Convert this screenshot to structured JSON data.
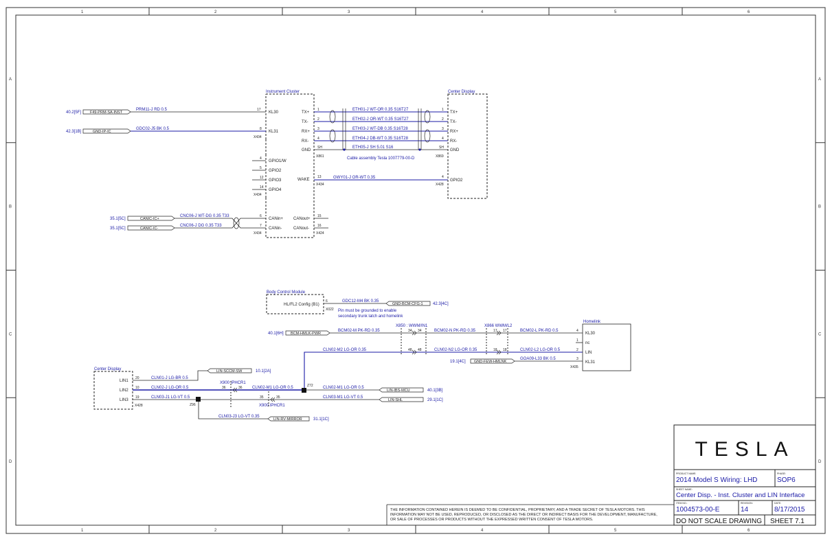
{
  "border": {
    "cols": [
      "1",
      "2",
      "3",
      "4",
      "5",
      "6"
    ],
    "rows": [
      "A",
      "B",
      "C",
      "D"
    ]
  },
  "ic": {
    "title": "Instrument Cluster",
    "left_pins": [
      {
        "ref": "40.2[5F]",
        "conn": "F49-PRM-SA-INST",
        "wire": "PRM11-J RD 0.5",
        "pin": "17",
        "name": "KL30"
      },
      {
        "ref": "42.3[1B]",
        "conn": "GND-IP-IC",
        "wire": "GDC02-J5 BK 0.5",
        "pin": "8",
        "name": "KL31"
      }
    ],
    "x434": "X434",
    "gpio": [
      {
        "pin": "4",
        "name": "GPIO1/W"
      },
      {
        "pin": "5",
        "name": "GPIO2"
      },
      {
        "pin": "12",
        "name": "GPIO3"
      },
      {
        "pin": "14",
        "name": "GPIO4"
      }
    ],
    "eth": [
      {
        "name": "TX+",
        "pin": "1"
      },
      {
        "name": "TX-",
        "pin": "2"
      },
      {
        "name": "RX+",
        "pin": "3"
      },
      {
        "name": "RX-",
        "pin": "4"
      },
      {
        "name": "GND",
        "pin": "SH"
      }
    ],
    "x861": "X861",
    "wake": {
      "name": "WAKE",
      "pin": "13",
      "conn": "X434"
    },
    "can_in": [
      {
        "ref": "35.1[5C]",
        "conn": "CANIC-IC+",
        "wire": "CNC06-J WT-DG 0.35 T33",
        "pin": "6",
        "name": "CANin+"
      },
      {
        "ref": "35.1[5C]",
        "conn": "CANIC-IC-",
        "wire": "CNC06-J DG 0.35 T33",
        "pin": "7",
        "name": "CANin-"
      }
    ],
    "can_out": [
      {
        "name": "CANout+",
        "pin": "15"
      },
      {
        "name": "CANout-",
        "pin": "16"
      }
    ]
  },
  "eth_wires": [
    "ETH01-J WT-OR 0.35 S16T27",
    "ETH02-J OR-WT 0.35 S16T27",
    "ETH03-J WT-DB 0.35 S16T28",
    "ETH04-J DB-WT 0.35 S16T28",
    "ETH05-J SH 5.01 S16"
  ],
  "cable_note": "Cable assembly Tesla 1007779-00-D",
  "wake_wire": "GWY01-J OR-WT 0.35",
  "cd_top": {
    "title": "Center Display",
    "pins": [
      {
        "pin": "1",
        "name": "TX+"
      },
      {
        "pin": "2",
        "name": "TX-"
      },
      {
        "pin": "3",
        "name": "RX+"
      },
      {
        "pin": "4",
        "name": "RX-"
      },
      {
        "pin": "SH",
        "name": "GND"
      }
    ],
    "x869": "X869",
    "gpio": {
      "pin": "4",
      "name": "GPIO2",
      "conn": "X428"
    }
  },
  "bcm": {
    "title": "Body Control Module",
    "config": "HL/FL2 Config (B1)",
    "pin": "6",
    "wire": "GDC12-M4 BK 0.35",
    "conn": "GND-BCM-CFG-1",
    "ref": "42.3[4C]",
    "x": "X022",
    "note1": "Pin must be grounded to enable",
    "note2": "secondary trunk latch and homelink"
  },
  "lin": {
    "x850": "X850 : WWM/IN1",
    "x866": "X866 WWM/L2",
    "hmlk_ref": "40.1[6H]",
    "hmlk_conn": "BCM-HMLK-PWR",
    "w1": "BCM02-M PK-RD 0.35",
    "w2": "BCM02-N PK-RD 0.35",
    "w3": "BCM02-L PK-RD 0.5",
    "p34a": "34",
    "p34b": "34",
    "p17a": "17",
    "p17b": "17",
    "w4": "CLN02-M2 LG-OR 0.35",
    "w5": "CLN02-N2 LG-OR 0.35",
    "w6": "CLN02-L2 LG-OR 0.5",
    "p48a": "48",
    "p48b": "48",
    "p18a": "18",
    "p18b": "18",
    "gnd_ref": "19.1[4C]",
    "gnd_conn": "GND-FEW-HMLNK",
    "w7": "GOA09-L33 BK 0.5"
  },
  "homelink": {
    "title": "Homelink",
    "pins": [
      {
        "pin": "4",
        "name": "KL30"
      },
      {
        "pin": "1",
        "name": "nc"
      },
      {
        "pin": "2",
        "name": "LIN"
      },
      {
        "pin": "3",
        "name": "KL31"
      }
    ],
    "x": "X435"
  },
  "cd_bot": {
    "title": "Center Display",
    "pins": [
      {
        "name": "LIN1",
        "pin": "20",
        "wire": "CLN01-J LG-BR 0.5"
      },
      {
        "name": "LIN2",
        "pin": "10",
        "wire": "CLN02-J LG-OR 0.5"
      },
      {
        "name": "LIN3",
        "pin": "19",
        "wire": "CLN03-J LG-VT 0.5"
      }
    ],
    "x": "X428"
  },
  "lin_net": {
    "sccm_conn": "LIN-SCCM-SW",
    "sccm_ref": "10.1[2A]",
    "x900a": "X900 IPHCR1",
    "x900b": "X900 IPHCR1",
    "w_m1": "CLN02-M1 LG-OR 0.5",
    "p36a": "36",
    "p36b": "36",
    "w_m1b": "CLN02-M1 LG-OR 0.5",
    "ibs_conn": "LIN-IBS-MCU",
    "ibs_ref": "40.1[3B]",
    "z72": "Z72",
    "w_vt": "CLN03-J1 LG-VT 0.5",
    "p35a": "35",
    "p35b": "35",
    "w_vt2": "CLN03-M1 LG-VT 0.5",
    "shl_conn": "LIN-SHL",
    "shl_ref": "29.1[1C]",
    "z96": "Z96",
    "w_mirr": "CLN03-J3 LG-VT 0.35",
    "mirr_conn": "LIN-RV-MIRROR",
    "mirr_ref": "31.1[1C]"
  },
  "notice": [
    "THE INFORMATION CONTAINED HEREIN IS DEEMED TO BE CONFIDENTIAL, PROPRIETARY, AND A TRADE SECRET OF TESLA MOTORS. THIS",
    "INFORMATION MAY NOT BE USED, REPRODUCED, OR DISCLOSED AS THE DIRECT OR INDIRECT BASIS FOR THE DEVELOPMENT, MANUFACTURE,",
    "OR SALE OF PROCESSES OR PRODUCTS WITHOUT THE EXPRESSED WRITTEN CONSENT OF TESLA MOTORS."
  ],
  "title_block": {
    "logo": "TESLA",
    "product_label": "PRODUCT NAME:",
    "product": "2014 Model S Wiring: LHD",
    "phase_label": "PHASE:",
    "phase": "SOP6",
    "sheet_name_label": "SHEET NAME:",
    "sheet_name": "Center Disp. - Inst. Cluster and LIN Interface",
    "item_label": "ITEM NO.:",
    "item": "1004573-00-E",
    "rev_label": "REVISION:",
    "rev": "14",
    "date_label": "DATE:",
    "date": "8/17/2015",
    "dns": "DO NOT SCALE DRAWING",
    "sheet": "SHEET 7.1"
  },
  "colors": {
    "wire": "#1a1aa6",
    "line": "#222222"
  }
}
